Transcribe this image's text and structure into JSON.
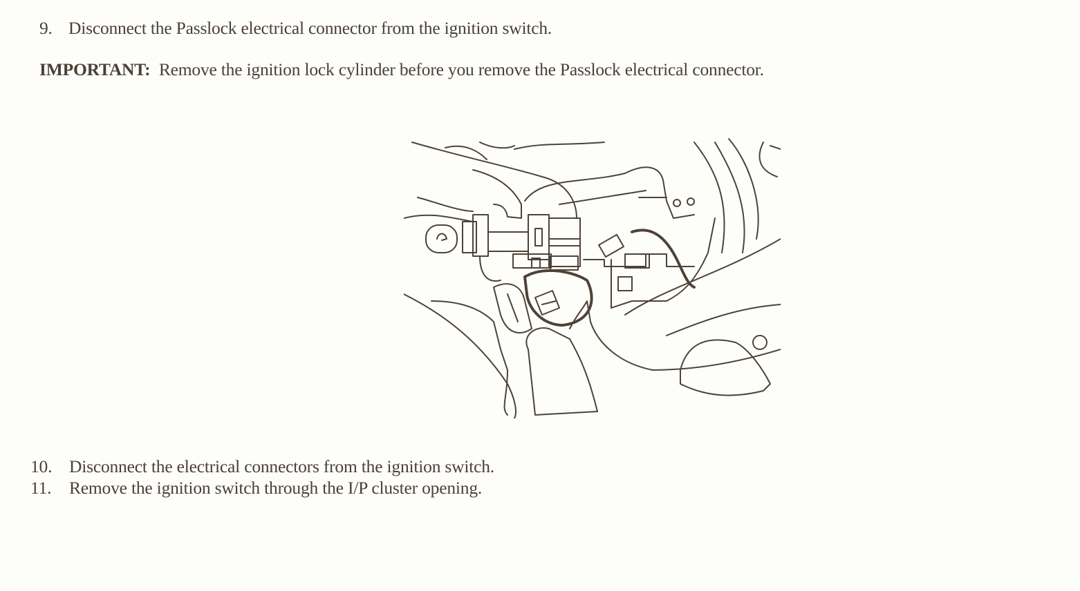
{
  "steps": [
    {
      "number": "9.",
      "text": "Disconnect the Passlock electrical connector from the ignition switch."
    },
    {
      "number": "10.",
      "text": "Disconnect the electrical connectors from the ignition switch."
    },
    {
      "number": "11.",
      "text": "Remove the ignition switch through the I/P cluster opening."
    }
  ],
  "important": {
    "label": "IMPORTANT:",
    "text": "Remove the ignition lock cylinder before you remove the Passlock electrical connector."
  }
}
